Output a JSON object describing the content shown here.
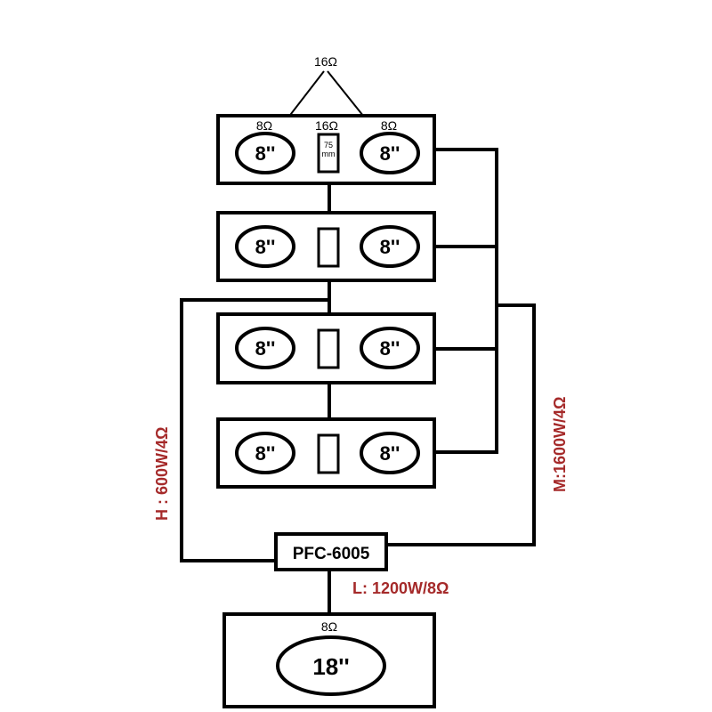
{
  "top_label": "16Ω",
  "cabinets": [
    {
      "left_driver": "8''",
      "right_driver": "8''",
      "left_imp": "8Ω",
      "center_imp": "16Ω",
      "right_imp": "8Ω",
      "horn_size": "75",
      "horn_unit": "mm"
    },
    {
      "left_driver": "8''",
      "right_driver": "8''"
    },
    {
      "left_driver": "8''",
      "right_driver": "8''"
    },
    {
      "left_driver": "8''",
      "right_driver": "8''"
    }
  ],
  "amplifier": {
    "label": "PFC-6005"
  },
  "channels": {
    "high": "H : 600W/4Ω",
    "mid": "M:1600W/4Ω",
    "low": "L: 1200W/8Ω"
  },
  "subwoofer": {
    "driver": "18''",
    "imp": "8Ω"
  }
}
